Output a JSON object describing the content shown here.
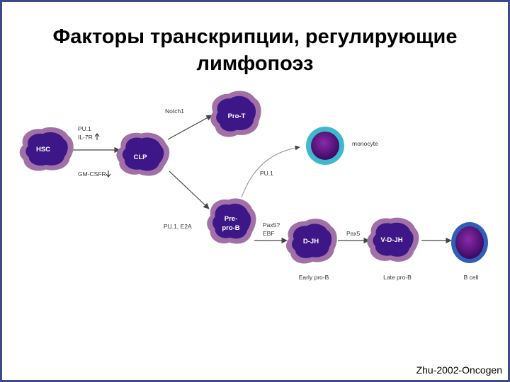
{
  "slide": {
    "title_line1": "Факторы транскрипции, регулирующие",
    "title_line2": "лимфопоэз",
    "credit": "Zhu-2002-Oncogen"
  },
  "diagram": {
    "cells": {
      "hsc": "HSC",
      "clp": "CLP",
      "pro_t": "Pro-T",
      "pre_pro_b_1": "Pre-",
      "pre_pro_b_2": "pro-B",
      "d_jh": "D-JH",
      "v_d_jh": "V-D-JH"
    },
    "labels": {
      "hsc_factor_1": "PU.1",
      "hsc_factor_2": "IL-7R",
      "hsc_factor_3": "GM-CSFR",
      "notch": "Notch1",
      "monocyte": "monocyte",
      "pu1_mono": "PU.1",
      "pu1_e2a": "PU.1,  E2A",
      "pax5_ebf_1": "Pax5?",
      "pax5_ebf_2": "EBF",
      "pax5": "Pax5",
      "early_pro_b": "Early pro-B",
      "late_pro_b": "Late pro-B",
      "b_cell": "B cell"
    },
    "colors": {
      "cell_outer": "#a070a6",
      "cell_inner": "#3d1788",
      "monocyte_ring": "#3fb8cc",
      "bcell_ring": "#2f5fb8",
      "nucleus": "#561080",
      "arrow": "#444444"
    }
  }
}
